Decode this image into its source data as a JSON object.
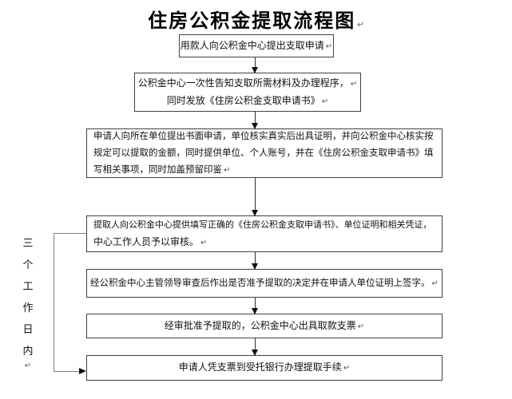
{
  "title": {
    "text": "住房公积金提取流程图",
    "mark": "↵"
  },
  "flow": {
    "boxes": [
      {
        "name": "submit-application",
        "lines": [
          {
            "t": "用款人向公积金中心提出支取申请",
            "m": "↵"
          }
        ]
      },
      {
        "name": "center-notify-materials",
        "lines": [
          {
            "t": "公积金中心一次性告知支取所需材料及办理程序，",
            "m": "↵"
          },
          {
            "t": "同时发放《住房公积金支取申请书》",
            "m": "↵"
          }
        ]
      },
      {
        "name": "unit-written-application",
        "lines": [
          {
            "t": "申请人向所在单位提出书面申请，单位核实真实后出具证明，并向公积金中心核实按",
            "m": ""
          },
          {
            "t": "规定可以提取的金额，同时提供单位、个人账号，并在《住房公积金支取申请书》填",
            "m": ""
          },
          {
            "t": "写相关事项，同时加盖预留印鉴",
            "m": "↵"
          }
        ]
      },
      {
        "name": "center-staff-review",
        "lines": [
          {
            "t": "提取人向公积金中心提供填写正确的《住房公积金支取申请书》、单位证明和相关凭证，",
            "m": ""
          },
          {
            "t": "中心工作人员予以审核。",
            "m": "↵"
          }
        ]
      },
      {
        "name": "leader-approval-decision",
        "lines": [
          {
            "t": "经公积金中心主管领导审查后作出是否准予提取的决定并在申请人单位证明上签字。",
            "m": "↵"
          }
        ]
      },
      {
        "name": "issue-cheque",
        "lines": [
          {
            "t": "经审批准予提取的，公积金中心出具取款支票",
            "m": "↵"
          }
        ]
      },
      {
        "name": "bank-withdrawal",
        "lines": [
          {
            "t": "申请人凭支票到受托银行办理提取手续",
            "m": "↵"
          }
        ]
      }
    ]
  },
  "side_note": {
    "text": "三个工作日内",
    "mark": "↵"
  },
  "colors": {
    "background": "#ffffff",
    "box_border": "#404040",
    "text": "#111111",
    "connector": "#303030",
    "bracket": "#7f7f7f",
    "arrowhead": "#111111"
  }
}
